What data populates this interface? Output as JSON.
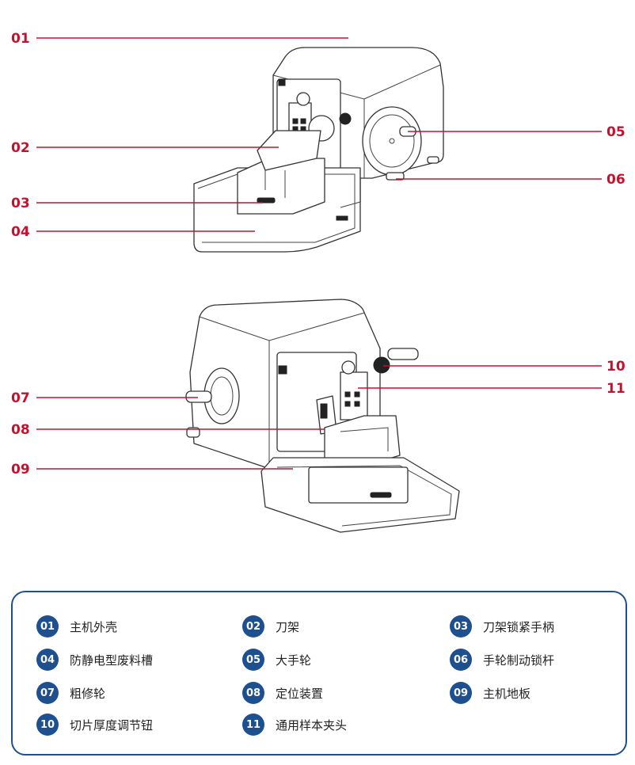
{
  "callouts": [
    {
      "num": "01"
    },
    {
      "num": "02"
    },
    {
      "num": "03"
    },
    {
      "num": "04"
    },
    {
      "num": "05"
    },
    {
      "num": "06"
    },
    {
      "num": "07"
    },
    {
      "num": "08"
    },
    {
      "num": "09"
    },
    {
      "num": "10"
    },
    {
      "num": "11"
    }
  ],
  "legend": [
    {
      "num": "01",
      "label": "主机外壳"
    },
    {
      "num": "02",
      "label": "刀架"
    },
    {
      "num": "03",
      "label": "刀架锁紧手柄"
    },
    {
      "num": "04",
      "label": "防静电型废料槽"
    },
    {
      "num": "05",
      "label": "大手轮"
    },
    {
      "num": "06",
      "label": "手轮制动锁杆"
    },
    {
      "num": "07",
      "label": "粗修轮"
    },
    {
      "num": "08",
      "label": "定位装置"
    },
    {
      "num": "09",
      "label": "主机地板"
    },
    {
      "num": "10",
      "label": "切片厚度调节钮"
    },
    {
      "num": "11",
      "label": "通用样本夹头"
    }
  ],
  "colors": {
    "callout": "#c8102e",
    "legend_accent": "#1e4f8f"
  }
}
